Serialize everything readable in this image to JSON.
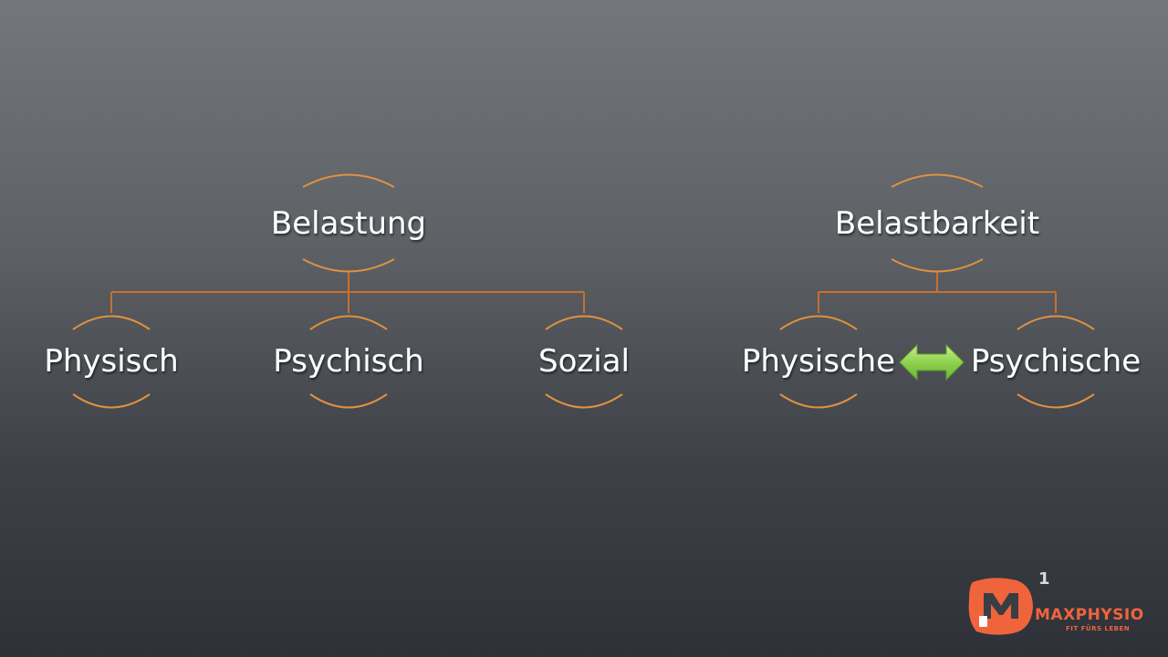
{
  "diagram": {
    "left_tree": {
      "root": "Belastung",
      "children": [
        "Physisch",
        "Psychisch",
        "Sozial"
      ]
    },
    "right_tree": {
      "root": "Belastbarkeit",
      "children": [
        "Physische",
        "Psychische"
      ]
    },
    "relation": {
      "type": "double-headed-arrow",
      "between": [
        "Physische",
        "Psychische"
      ],
      "color": "#8fd14f"
    },
    "colors": {
      "arc": "#e0913f",
      "connector": "#c96f2e",
      "text": "#ffffff"
    }
  },
  "footer": {
    "page_number": "1",
    "brand_name": "MAXPHYSIO",
    "brand_tagline": "FIT FÜRS LEBEN",
    "brand_color": "#f0643c"
  }
}
